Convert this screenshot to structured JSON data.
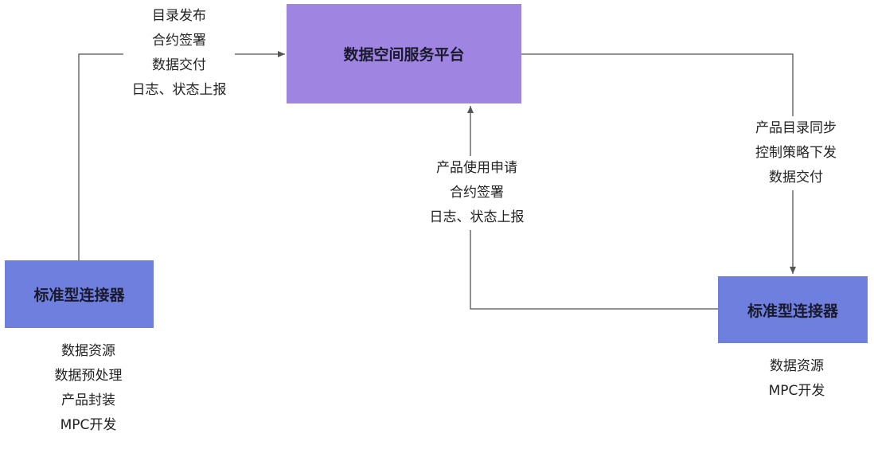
{
  "nodes": {
    "platform": "数据空间服务平台",
    "connector_left": "标准型连接器",
    "connector_right": "标准型连接器"
  },
  "edge_labels": {
    "left_to_platform": [
      "目录发布",
      "合约签署",
      "数据交付",
      "日志、状态上报"
    ],
    "right_to_platform": [
      "产品使用申请",
      "合约签署",
      "日志、状态上报"
    ],
    "platform_to_right": [
      "产品目录同步",
      "控制策略下发",
      "数据交付"
    ]
  },
  "capabilities": {
    "connector_left": [
      "数据资源",
      "数据预处理",
      "产品封装",
      "MPC开发"
    ],
    "connector_right": [
      "数据资源",
      "MPC开发"
    ]
  },
  "colors": {
    "platform_fill": "#a084e2",
    "connector_fill": "#6f7fdd",
    "edge_stroke": "#555555"
  }
}
